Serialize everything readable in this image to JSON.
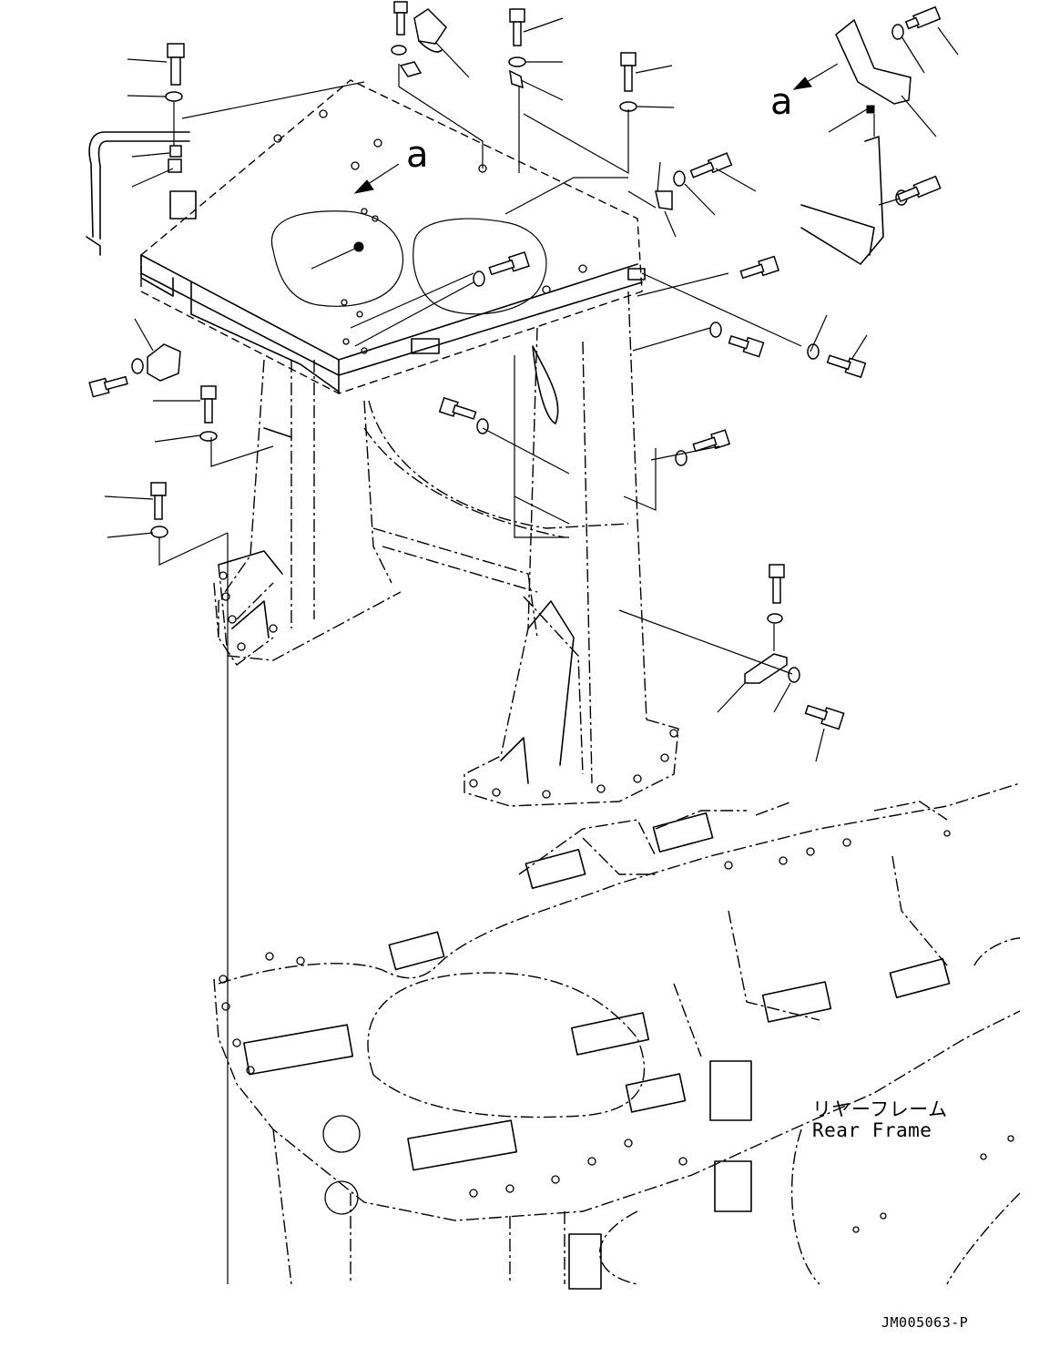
{
  "diagram": {
    "callout_label": "a",
    "frame_label_jp": "リヤーフレーム",
    "frame_label_en": "Rear Frame",
    "drawing_number": "JM005063-P"
  }
}
